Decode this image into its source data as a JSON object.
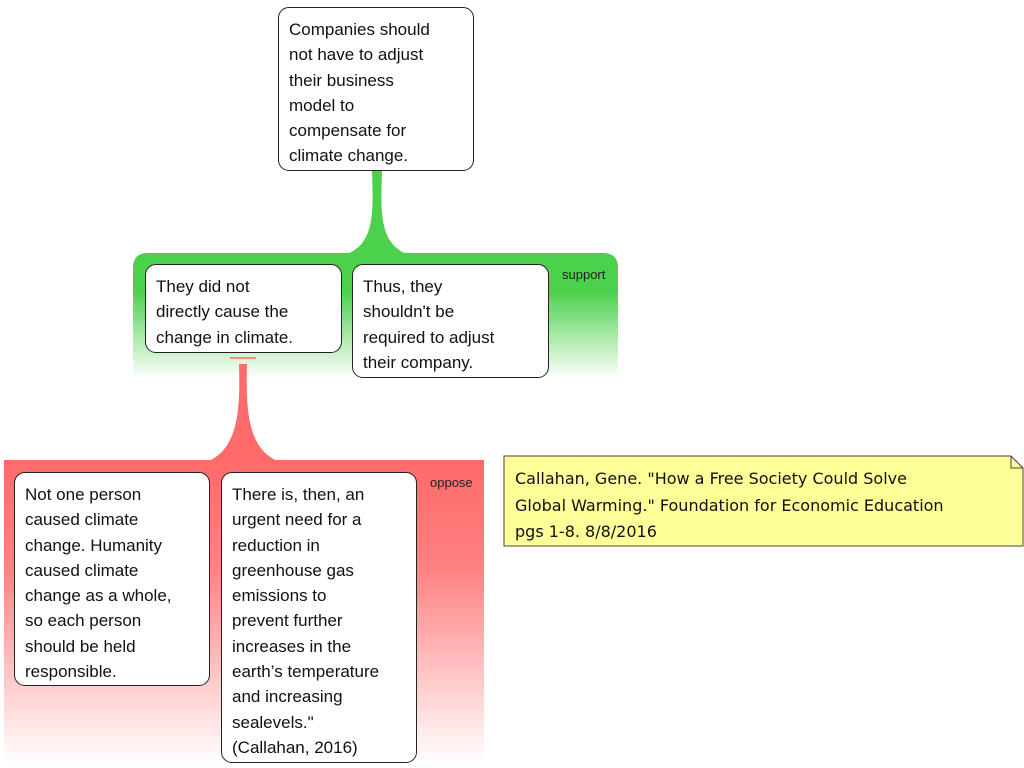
{
  "claim": {
    "text": "Companies should\nnot have to adjust\ntheir business\nmodel to\ncompensate for\nclimate change."
  },
  "support_group": {
    "tag": "support",
    "color": "#4cd14c",
    "premises": [
      {
        "text": "They did not\ndirectly cause the\nchange in climate."
      },
      {
        "text": "Thus, they\nshouldn't be\nrequired to adjust\ntheir company."
      }
    ]
  },
  "oppose_group": {
    "tag": "oppose",
    "color": "#ff6a6a",
    "premises": [
      {
        "text": "Not one person\ncaused climate\nchange. Humanity\ncaused climate\nchange as a whole,\nso each person\nshould be held\nresponsible."
      },
      {
        "text": "There is, then, an\nurgent need for a\nreduction in\ngreenhouse gas\nemissions to\nprevent further\nincreases in the\nearth’s temperature\nand increasing\nsealevels.\"\n(Callahan, 2016)"
      }
    ]
  },
  "note": {
    "text": "Callahan, Gene. \"How a Free Society Could Solve\nGlobal Warming.\" Foundation for Economic Education\npgs 1-8. 8/8/2016",
    "color": "#ffff99"
  }
}
